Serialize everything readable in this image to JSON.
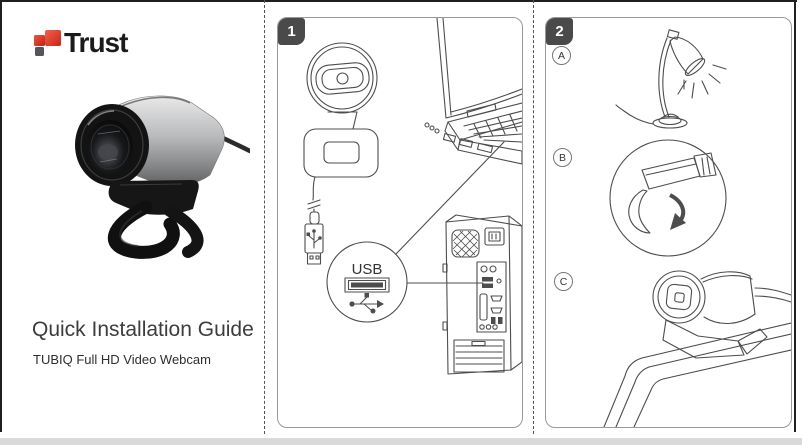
{
  "page": {
    "edge_color": "#1f1f1f",
    "bottom_strip_color": "#d9d9d9",
    "background": "#ffffff"
  },
  "brand": {
    "logo_text": "Trust",
    "logo_red": "#d93025",
    "logo_dark_gray": "#55565a"
  },
  "cover": {
    "title": "Quick Installation Guide",
    "subtitle": "TUBIQ Full HD Video Webcam"
  },
  "panel1": {
    "badge": "1",
    "usb_label": "USB",
    "icons": {
      "usb_trident": "usb-trident-icon",
      "usb_port": "usb-port-icon"
    }
  },
  "panel2": {
    "badge": "2",
    "steps": [
      {
        "label": "A"
      },
      {
        "label": "B"
      },
      {
        "label": "C"
      }
    ]
  },
  "colors": {
    "badge_bg": "#4a4a4a",
    "badge_text": "#ffffff",
    "line_art": "#4d4d4d",
    "panel_border": "#999999",
    "cut_line": "#555555",
    "title_color": "#3d3d3d"
  }
}
